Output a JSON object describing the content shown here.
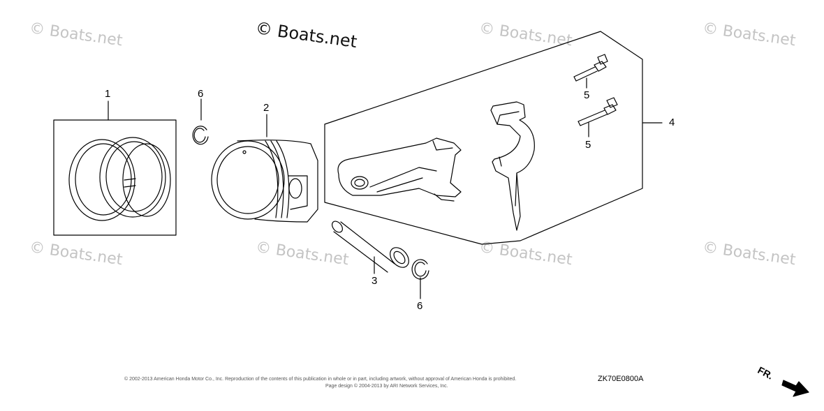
{
  "watermarks": {
    "main": "© Boats.net",
    "faint": "© Boats.net"
  },
  "callouts": [
    {
      "id": "1",
      "text": "1"
    },
    {
      "id": "2",
      "text": "2"
    },
    {
      "id": "3",
      "text": "3"
    },
    {
      "id": "4",
      "text": "4"
    },
    {
      "id": "5a",
      "text": "5"
    },
    {
      "id": "5b",
      "text": "5"
    },
    {
      "id": "6a",
      "text": "6"
    },
    {
      "id": "6b",
      "text": "6"
    }
  ],
  "footer": {
    "copyright_line1": "© 2002-2013 American Honda Motor Co., Inc. Reproduction of the contents of this publication in whole or in part, including artwork, without approval of American Honda is prohibited.",
    "copyright_line2": "Page design © 2004-2013 by ARI Network Services, Inc.",
    "diagram_code": "ZK70E0800A",
    "direction_label": "FR."
  },
  "colors": {
    "line": "#000000",
    "watermark": "#c4c4c4"
  }
}
